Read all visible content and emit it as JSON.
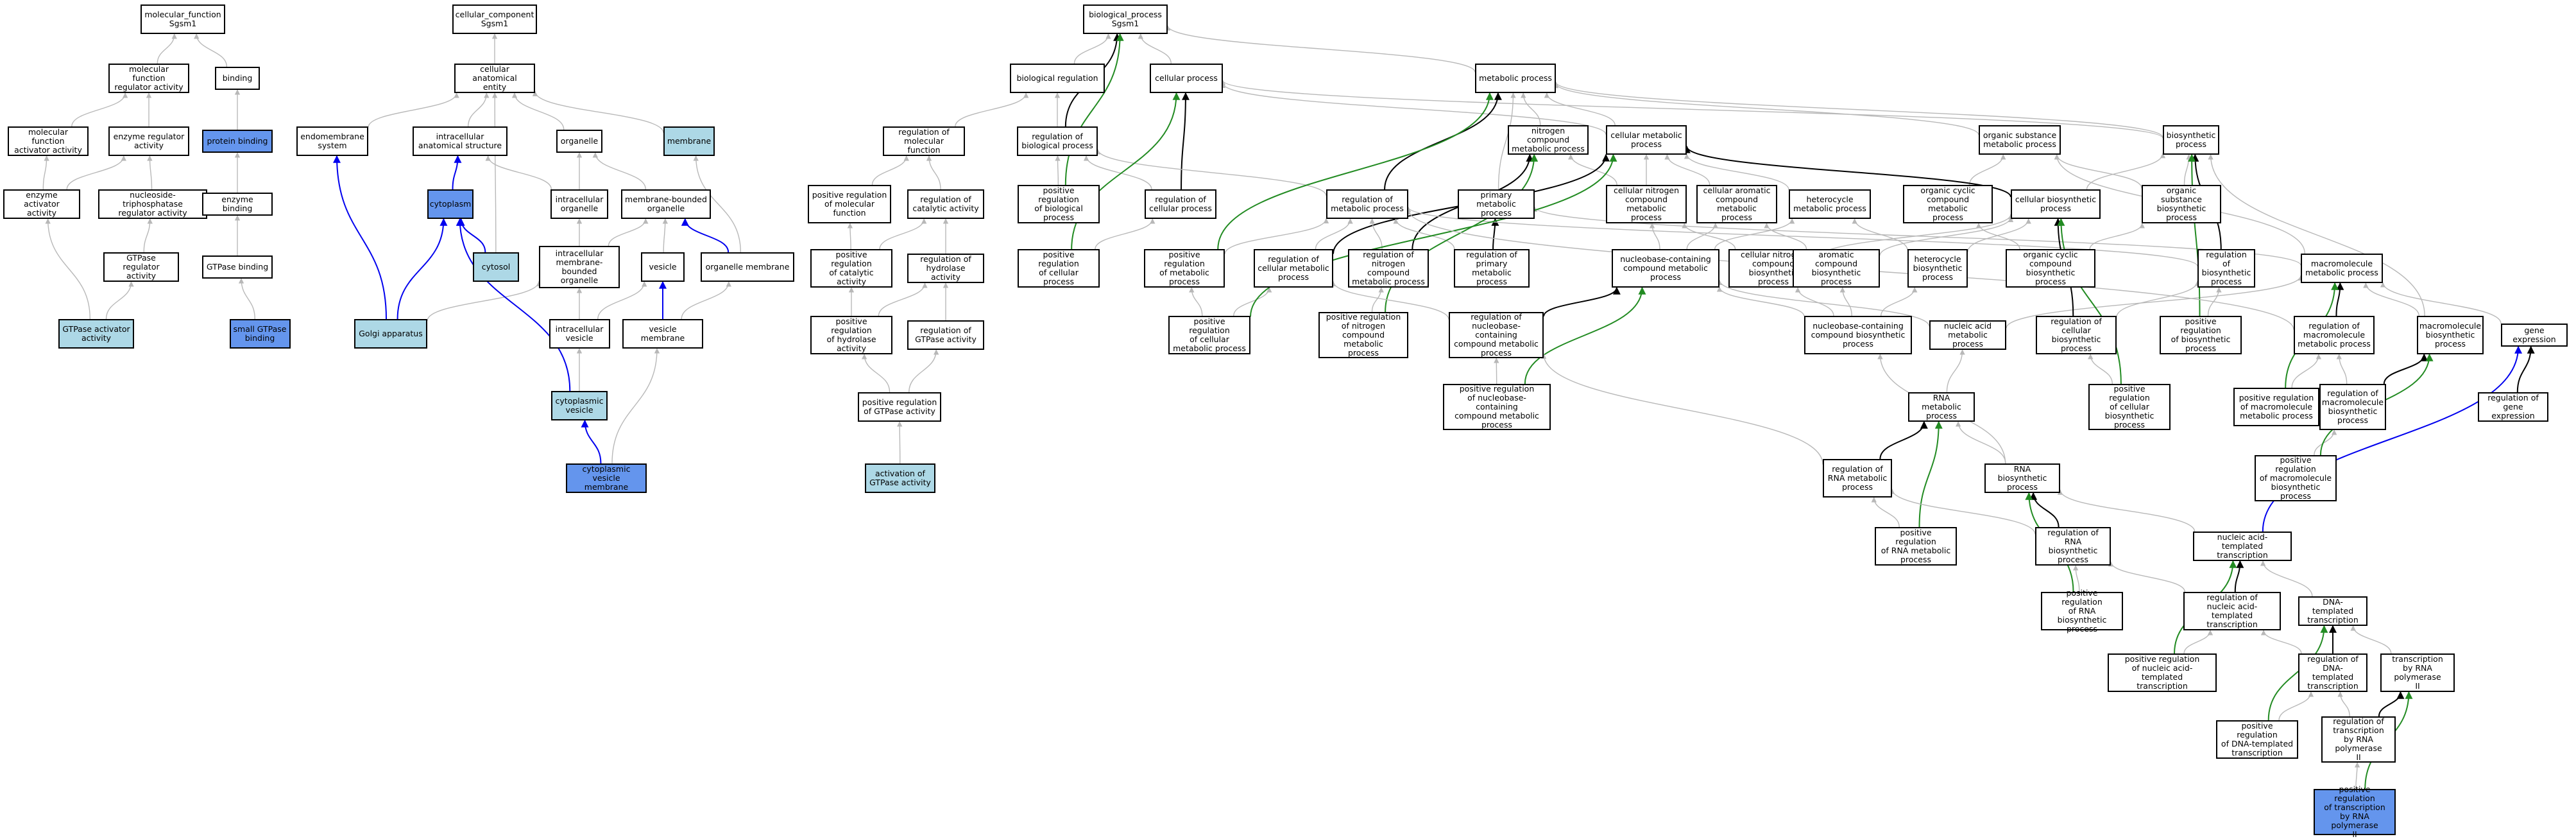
{
  "graph": {
    "nodes": [
      {
        "id": "mf",
        "label": "molecular_function\nSgsm1"
      },
      {
        "id": "mfr",
        "label": "molecular function\nregulator activity"
      },
      {
        "id": "binding",
        "label": "binding"
      },
      {
        "id": "mfaa",
        "label": "molecular function\nactivator activity"
      },
      {
        "id": "era",
        "label": "enzyme regulator\nactivity"
      },
      {
        "id": "pb",
        "label": "protein binding",
        "color": "c1"
      },
      {
        "id": "eaa",
        "label": "enzyme activator\nactivity"
      },
      {
        "id": "ntpr",
        "label": "nucleoside-triphosphatase\nregulator activity"
      },
      {
        "id": "eb",
        "label": "enzyme binding"
      },
      {
        "id": "gtpra",
        "label": "GTPase regulator\nactivity"
      },
      {
        "id": "gtpb",
        "label": "GTPase binding"
      },
      {
        "id": "gtpaa",
        "label": "GTPase activator\nactivity",
        "color": "c2"
      },
      {
        "id": "sgtpb",
        "label": "small GTPase\nbinding",
        "color": "c1"
      },
      {
        "id": "cc",
        "label": "cellular_component\nSgsm1"
      },
      {
        "id": "cae",
        "label": "cellular anatomical\nentity"
      },
      {
        "id": "ems",
        "label": "endomembrane\nsystem"
      },
      {
        "id": "ias",
        "label": "intracellular\nanatomical structure"
      },
      {
        "id": "organelle",
        "label": "organelle"
      },
      {
        "id": "membrane",
        "label": "membrane",
        "color": "c2"
      },
      {
        "id": "cytoplasm",
        "label": "cytoplasm",
        "color": "c1"
      },
      {
        "id": "io",
        "label": "intracellular\norganelle"
      },
      {
        "id": "mbo",
        "label": "membrane-bounded\norganelle"
      },
      {
        "id": "cytosol",
        "label": "cytosol",
        "color": "c2"
      },
      {
        "id": "imbo",
        "label": "intracellular\nmembrane-bounded\norganelle"
      },
      {
        "id": "vesicle",
        "label": "vesicle"
      },
      {
        "id": "om",
        "label": "organelle membrane"
      },
      {
        "id": "golgi",
        "label": "Golgi apparatus",
        "color": "c2"
      },
      {
        "id": "iv",
        "label": "intracellular\nvesicle"
      },
      {
        "id": "vm",
        "label": "vesicle membrane"
      },
      {
        "id": "cv",
        "label": "cytoplasmic\nvesicle",
        "color": "c2"
      },
      {
        "id": "cvm",
        "label": "cytoplasmic\nvesicle membrane",
        "color": "c1"
      },
      {
        "id": "bp",
        "label": "biological_process\nSgsm1"
      },
      {
        "id": "breg",
        "label": "biological regulation"
      },
      {
        "id": "cp",
        "label": "cellular process"
      },
      {
        "id": "mp",
        "label": "metabolic process"
      },
      {
        "id": "rmfn",
        "label": "regulation of\nmolecular function"
      },
      {
        "id": "rbp",
        "label": "regulation of\nbiological process"
      },
      {
        "id": "ncmp",
        "label": "nitrogen compound\nmetabolic process"
      },
      {
        "id": "cmp",
        "label": "cellular metabolic\nprocess"
      },
      {
        "id": "osmp",
        "label": "organic substance\nmetabolic process"
      },
      {
        "id": "bsp",
        "label": "biosynthetic\nprocess"
      },
      {
        "id": "prmf",
        "label": "positive regulation\nof molecular\nfunction"
      },
      {
        "id": "rca",
        "label": "regulation of\ncatalytic activity"
      },
      {
        "id": "prbp",
        "label": "positive regulation\nof biological\nprocess"
      },
      {
        "id": "rcp",
        "label": "regulation of\ncellular process"
      },
      {
        "id": "rmp",
        "label": "regulation of\nmetabolic process"
      },
      {
        "id": "pmp",
        "label": "primary metabolic\nprocess"
      },
      {
        "id": "cncmp",
        "label": "cellular nitrogen\ncompound metabolic\nprocess"
      },
      {
        "id": "cacmp",
        "label": "cellular aromatic\ncompound metabolic\nprocess"
      },
      {
        "id": "hmp",
        "label": "heterocycle\nmetabolic process"
      },
      {
        "id": "occmp",
        "label": "organic cyclic\ncompound metabolic\nprocess"
      },
      {
        "id": "cbp",
        "label": "cellular biosynthetic\nprocess"
      },
      {
        "id": "osbp",
        "label": "organic substance\nbiosynthetic\nprocess"
      },
      {
        "id": "prca",
        "label": "positive regulation\nof catalytic\nactivity"
      },
      {
        "id": "rha",
        "label": "regulation of\nhydrolase activity"
      },
      {
        "id": "prcp",
        "label": "positive regulation\nof cellular\nprocess"
      },
      {
        "id": "prmp",
        "label": "positive regulation\nof metabolic\nprocess"
      },
      {
        "id": "rcmp",
        "label": "regulation of\ncellular metabolic\nprocess"
      },
      {
        "id": "rncmp",
        "label": "regulation of\nnitrogen compound\nmetabolic process"
      },
      {
        "id": "rpmp",
        "label": "regulation of\nprimary metabolic\nprocess"
      },
      {
        "id": "nbcmp",
        "label": "nucleobase-containing\ncompound metabolic\nprocess"
      },
      {
        "id": "cncbp",
        "label": "cellular nitrogen\ncompound biosynthetic\nprocess"
      },
      {
        "id": "acbp",
        "label": "aromatic compound\nbiosynthetic\nprocess"
      },
      {
        "id": "hbp",
        "label": "heterocycle\nbiosynthetic\nprocess"
      },
      {
        "id": "occbp",
        "label": "organic cyclic\ncompound biosynthetic\nprocess"
      },
      {
        "id": "rbsp",
        "label": "regulation of\nbiosynthetic\nprocess"
      },
      {
        "id": "mmp",
        "label": "macromolecule\nmetabolic process"
      },
      {
        "id": "prha",
        "label": "positive regulation\nof hydrolase\nactivity"
      },
      {
        "id": "rgtpa",
        "label": "regulation of\nGTPase activity"
      },
      {
        "id": "prcmp",
        "label": "positive regulation\nof cellular\nmetabolic process"
      },
      {
        "id": "prncmp",
        "label": "positive regulation\nof nitrogen\ncompound metabolic\nprocess"
      },
      {
        "id": "rnbcmp",
        "label": "regulation of\nnucleobase-containing\ncompound metabolic\nprocess"
      },
      {
        "id": "nbcbp",
        "label": "nucleobase-containing\ncompound biosynthetic\nprocess"
      },
      {
        "id": "namp",
        "label": "nucleic acid\nmetabolic process"
      },
      {
        "id": "rcbp",
        "label": "regulation of\ncellular biosynthetic\nprocess"
      },
      {
        "id": "prbsp",
        "label": "positive regulation\nof biosynthetic\nprocess"
      },
      {
        "id": "rmmp",
        "label": "regulation of\nmacromolecule\nmetabolic process"
      },
      {
        "id": "mbsp",
        "label": "macromolecule\nbiosynthetic\nprocess"
      },
      {
        "id": "ge",
        "label": "gene expression"
      },
      {
        "id": "prgtpa",
        "label": "positive regulation\nof GTPase activity"
      },
      {
        "id": "prnbcmp",
        "label": "positive regulation\nof nucleobase-containing\ncompound metabolic\nprocess"
      },
      {
        "id": "rnamp",
        "label": "RNA metabolic\nprocess"
      },
      {
        "id": "prcbp",
        "label": "positive regulation\nof cellular\nbiosynthetic\nprocess"
      },
      {
        "id": "prmmp",
        "label": "positive regulation\nof macromolecule\nmetabolic process"
      },
      {
        "id": "rmbsp",
        "label": "regulation of\nmacromolecule\nbiosynthetic\nprocess"
      },
      {
        "id": "rge",
        "label": "regulation of\ngene expression"
      },
      {
        "id": "agtpa",
        "label": "activation of\nGTPase activity",
        "color": "c2"
      },
      {
        "id": "rrnamp",
        "label": "regulation of\nRNA metabolic\nprocess"
      },
      {
        "id": "rnabp",
        "label": "RNA biosynthetic\nprocess"
      },
      {
        "id": "prmbsp",
        "label": "positive regulation\nof macromolecule\nbiosynthetic\nprocess"
      },
      {
        "id": "prrnamp",
        "label": "positive regulation\nof RNA metabolic\nprocess"
      },
      {
        "id": "rrnabp",
        "label": "regulation of\nRNA biosynthetic\nprocess"
      },
      {
        "id": "natt",
        "label": "nucleic acid-templated\ntranscription"
      },
      {
        "id": "prrnabp",
        "label": "positive regulation\nof RNA biosynthetic\nprocess"
      },
      {
        "id": "rnatt",
        "label": "regulation of\nnucleic acid-templated\ntranscription"
      },
      {
        "id": "dtt",
        "label": "DNA-templated\ntranscription"
      },
      {
        "id": "prnatt",
        "label": "positive regulation\nof nucleic acid-templated\ntranscription"
      },
      {
        "id": "rdtt",
        "label": "regulation of\nDNA-templated\ntranscription"
      },
      {
        "id": "trp2",
        "label": "transcription\nby RNA polymerase\nII"
      },
      {
        "id": "prdtt",
        "label": "positive regulation\nof DNA-templated\ntranscription"
      },
      {
        "id": "rtrp2",
        "label": "regulation of\ntranscription\nby RNA polymerase\nII"
      },
      {
        "id": "prtrp2",
        "label": "positive regulation\nof transcription\nby RNA polymerase\nII",
        "color": "c1"
      }
    ],
    "edges": [
      [
        "mfr",
        "mf",
        "g"
      ],
      [
        "binding",
        "mf",
        "g"
      ],
      [
        "mfaa",
        "mfr",
        "g"
      ],
      [
        "era",
        "mfr",
        "g"
      ],
      [
        "pb",
        "binding",
        "g"
      ],
      [
        "eaa",
        "mfaa",
        "g"
      ],
      [
        "eaa",
        "era",
        "g"
      ],
      [
        "ntpr",
        "era",
        "g"
      ],
      [
        "eb",
        "pb",
        "g"
      ],
      [
        "gtpra",
        "ntpr",
        "g"
      ],
      [
        "gtpb",
        "eb",
        "g"
      ],
      [
        "gtpaa",
        "eaa",
        "g"
      ],
      [
        "gtpaa",
        "gtpra",
        "g"
      ],
      [
        "sgtpb",
        "gtpb",
        "g"
      ],
      [
        "cae",
        "cc",
        "g"
      ],
      [
        "ems",
        "cae",
        "g"
      ],
      [
        "ias",
        "cae",
        "g"
      ],
      [
        "organelle",
        "cae",
        "g"
      ],
      [
        "membrane",
        "cae",
        "g"
      ],
      [
        "cytoplasm",
        "ias",
        "b"
      ],
      [
        "io",
        "organelle",
        "g"
      ],
      [
        "io",
        "ias",
        "g"
      ],
      [
        "mbo",
        "organelle",
        "g"
      ],
      [
        "cytosol",
        "cytoplasm",
        "b"
      ],
      [
        "cytosol",
        "cae",
        "g"
      ],
      [
        "imbo",
        "io",
        "g"
      ],
      [
        "imbo",
        "mbo",
        "g"
      ],
      [
        "vesicle",
        "mbo",
        "g"
      ],
      [
        "om",
        "mbo",
        "b"
      ],
      [
        "om",
        "membrane",
        "g"
      ],
      [
        "golgi",
        "cytoplasm",
        "b"
      ],
      [
        "golgi",
        "ems",
        "b"
      ],
      [
        "golgi",
        "imbo",
        "g"
      ],
      [
        "iv",
        "vesicle",
        "g"
      ],
      [
        "iv",
        "imbo",
        "g"
      ],
      [
        "vm",
        "vesicle",
        "b"
      ],
      [
        "vm",
        "om",
        "g"
      ],
      [
        "cv",
        "cytoplasm",
        "b"
      ],
      [
        "cv",
        "iv",
        "g"
      ],
      [
        "cvm",
        "cv",
        "b"
      ],
      [
        "cvm",
        "vm",
        "g"
      ],
      [
        "breg",
        "bp",
        "g"
      ],
      [
        "cp",
        "bp",
        "g"
      ],
      [
        "mp",
        "bp",
        "g"
      ],
      [
        "rmfn",
        "breg",
        "g"
      ],
      [
        "rbp",
        "breg",
        "g"
      ],
      [
        "rbp",
        "bp",
        "k"
      ],
      [
        "ncmp",
        "mp",
        "g"
      ],
      [
        "cmp",
        "mp",
        "g"
      ],
      [
        "cmp",
        "cp",
        "g"
      ],
      [
        "osmp",
        "mp",
        "g"
      ],
      [
        "bsp",
        "mp",
        "g"
      ],
      [
        "bsp",
        "cp",
        "g"
      ],
      [
        "prmf",
        "rmfn",
        "g"
      ],
      [
        "rca",
        "rmfn",
        "g"
      ],
      [
        "prbp",
        "rbp",
        "g"
      ],
      [
        "prbp",
        "bp",
        "gr"
      ],
      [
        "rcp",
        "cp",
        "k"
      ],
      [
        "rcp",
        "rbp",
        "g"
      ],
      [
        "rmp",
        "mp",
        "k"
      ],
      [
        "rmp",
        "rbp",
        "g"
      ],
      [
        "pmp",
        "mp",
        "g"
      ],
      [
        "cncmp",
        "ncmp",
        "g"
      ],
      [
        "cncmp",
        "cmp",
        "g"
      ],
      [
        "cacmp",
        "cmp",
        "g"
      ],
      [
        "hmp",
        "cmp",
        "g"
      ],
      [
        "occmp",
        "osmp",
        "g"
      ],
      [
        "cbp",
        "bsp",
        "g"
      ],
      [
        "cbp",
        "cmp",
        "k"
      ],
      [
        "osbp",
        "osmp",
        "g"
      ],
      [
        "osbp",
        "bsp",
        "g"
      ],
      [
        "prca",
        "rca",
        "g"
      ],
      [
        "prca",
        "prmf",
        "g"
      ],
      [
        "rha",
        "rca",
        "g"
      ],
      [
        "prcp",
        "rcp",
        "g"
      ],
      [
        "prcp",
        "cp",
        "gr"
      ],
      [
        "prmp",
        "rmp",
        "g"
      ],
      [
        "prmp",
        "mp",
        "gr"
      ],
      [
        "rcmp",
        "rmp",
        "g"
      ],
      [
        "rcmp",
        "cmp",
        "k"
      ],
      [
        "rncmp",
        "rmp",
        "g"
      ],
      [
        "rncmp",
        "ncmp",
        "k"
      ],
      [
        "rpmp",
        "pmp",
        "k"
      ],
      [
        "rpmp",
        "rmp",
        "g"
      ],
      [
        "nbcmp",
        "cncmp",
        "g"
      ],
      [
        "nbcmp",
        "hmp",
        "g"
      ],
      [
        "nbcmp",
        "cacmp",
        "g"
      ],
      [
        "cncbp",
        "cncmp",
        "g"
      ],
      [
        "cncbp",
        "cbp",
        "g"
      ],
      [
        "acbp",
        "cacmp",
        "g"
      ],
      [
        "acbp",
        "cbp",
        "g"
      ],
      [
        "hbp",
        "hmp",
        "g"
      ],
      [
        "hbp",
        "cbp",
        "g"
      ],
      [
        "occbp",
        "occmp",
        "g"
      ],
      [
        "occbp",
        "osbp",
        "g"
      ],
      [
        "rbsp",
        "bsp",
        "k"
      ],
      [
        "rbsp",
        "rmp",
        "g"
      ],
      [
        "mmp",
        "pmp",
        "g"
      ],
      [
        "mmp",
        "osmp",
        "g"
      ],
      [
        "prha",
        "rha",
        "g"
      ],
      [
        "prha",
        "prca",
        "g"
      ],
      [
        "rgtpa",
        "rha",
        "g"
      ],
      [
        "prcmp",
        "rcmp",
        "g"
      ],
      [
        "prcmp",
        "cmp",
        "gr"
      ],
      [
        "prcmp",
        "prmp",
        "g"
      ],
      [
        "prncmp",
        "rncmp",
        "g"
      ],
      [
        "prncmp",
        "ncmp",
        "gr"
      ],
      [
        "rnbcmp",
        "nbcmp",
        "k"
      ],
      [
        "rnbcmp",
        "rcmp",
        "g"
      ],
      [
        "nbcbp",
        "nbcmp",
        "g"
      ],
      [
        "nbcbp",
        "cncbp",
        "g"
      ],
      [
        "nbcbp",
        "acbp",
        "g"
      ],
      [
        "nbcbp",
        "hbp",
        "g"
      ],
      [
        "namp",
        "nbcmp",
        "g"
      ],
      [
        "namp",
        "mmp",
        "g"
      ],
      [
        "rcbp",
        "rbsp",
        "g"
      ],
      [
        "rcbp",
        "cbp",
        "k"
      ],
      [
        "prbsp",
        "rbsp",
        "g"
      ],
      [
        "prbsp",
        "bsp",
        "gr"
      ],
      [
        "rmmp",
        "mmp",
        "k"
      ],
      [
        "rmmp",
        "rmp",
        "g"
      ],
      [
        "mbsp",
        "mmp",
        "g"
      ],
      [
        "mbsp",
        "bsp",
        "g"
      ],
      [
        "ge",
        "mmp",
        "g"
      ],
      [
        "prgtpa",
        "rgtpa",
        "g"
      ],
      [
        "prgtpa",
        "prha",
        "g"
      ],
      [
        "prnbcmp",
        "rnbcmp",
        "g"
      ],
      [
        "prnbcmp",
        "nbcmp",
        "gr"
      ],
      [
        "rnamp",
        "namp",
        "g"
      ],
      [
        "prcbp",
        "rcbp",
        "g"
      ],
      [
        "prcbp",
        "cbp",
        "gr"
      ],
      [
        "prmmp",
        "rmmp",
        "g"
      ],
      [
        "prmmp",
        "mmp",
        "gr"
      ],
      [
        "rmbsp",
        "mbsp",
        "k"
      ],
      [
        "rmbsp",
        "rmmp",
        "g"
      ],
      [
        "rge",
        "ge",
        "k"
      ],
      [
        "agtpa",
        "prgtpa",
        "g"
      ],
      [
        "rrnamp",
        "rnamp",
        "k"
      ],
      [
        "rrnamp",
        "rnbcmp",
        "g"
      ],
      [
        "rnabp",
        "rnamp",
        "g"
      ],
      [
        "rnabp",
        "nbcbp",
        "g"
      ],
      [
        "prmbsp",
        "rmbsp",
        "g"
      ],
      [
        "prmbsp",
        "mbsp",
        "gr"
      ],
      [
        "prrnamp",
        "rrnamp",
        "g"
      ],
      [
        "prrnamp",
        "rnamp",
        "gr"
      ],
      [
        "rrnabp",
        "rnabp",
        "k"
      ],
      [
        "rrnabp",
        "rrnamp",
        "g"
      ],
      [
        "natt",
        "rnabp",
        "g"
      ],
      [
        "natt",
        "ge",
        "b"
      ],
      [
        "prrnabp",
        "rrnabp",
        "g"
      ],
      [
        "prrnabp",
        "rnabp",
        "gr"
      ],
      [
        "rnatt",
        "natt",
        "k"
      ],
      [
        "rnatt",
        "rrnabp",
        "g"
      ],
      [
        "dtt",
        "natt",
        "g"
      ],
      [
        "prnatt",
        "rnatt",
        "g"
      ],
      [
        "prnatt",
        "natt",
        "gr"
      ],
      [
        "rdtt",
        "dtt",
        "k"
      ],
      [
        "rdtt",
        "rnatt",
        "g"
      ],
      [
        "trp2",
        "dtt",
        "g"
      ],
      [
        "prdtt",
        "rdtt",
        "g"
      ],
      [
        "prdtt",
        "dtt",
        "gr"
      ],
      [
        "rtrp2",
        "trp2",
        "k"
      ],
      [
        "rtrp2",
        "rdtt",
        "g"
      ],
      [
        "prtrp2",
        "rtrp2",
        "g"
      ],
      [
        "prtrp2",
        "trp2",
        "gr"
      ]
    ]
  }
}
